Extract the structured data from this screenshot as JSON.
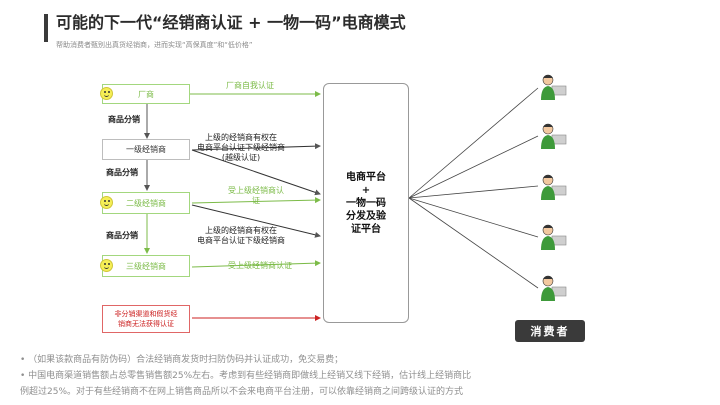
{
  "title": "可能的下一代“经销商认证 + 一物一码”电商模式",
  "subtitle": "帮助消费者甄别出真货经销商，进而实现“高保真度”和“低价格”",
  "nodes": {
    "manufacturer": "厂商",
    "first_dealer": "一级经销商",
    "second_dealer": "二级经销商",
    "third_dealer": "三级经销商",
    "unauthorized": "非分销渠道和假货经\n销商无法获得认证"
  },
  "labels": {
    "goods_dist_1": "商品分销",
    "goods_dist_2": "商品分销",
    "goods_dist_3": "商品分销",
    "self_cert": "厂商自我认证",
    "upper_auth_1": "上级的经销商有权在\n电商平台认证下级经销商\n(越级认证)",
    "upper_cert_1": "受上级经销商认\n证",
    "upper_auth_2": "上级的经销商有权在\n电商平台认证下级经销商",
    "upper_cert_2": "受上级经销商认证"
  },
  "platform": "电商平台\n+\n一物一码\n分发及验\n证平台",
  "consumer": "消费者",
  "bullets": [
    "•  （如果该款商品有防伪码）合法经销商发货时扫防伪码并认证成功，免交易费；",
    "•  中国电商渠道销售额占总零售销售额25%左右。考虑到有些经销商即做线上经销又线下经销，估计线上经销商比",
    "    例超过25%。对于有些经销商不在网上销售商品所以不会来电商平台注册，可以依靠经销商之间跨级认证的方式"
  ],
  "colors": {
    "green": "#7cbb48",
    "red": "#cc2222",
    "title_bar": "#3a3a3a"
  }
}
